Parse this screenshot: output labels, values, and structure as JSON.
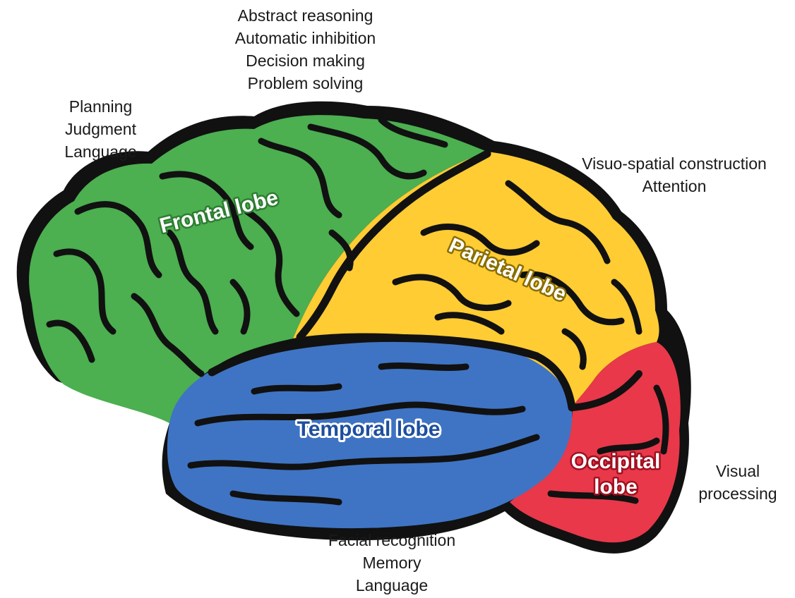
{
  "colors": {
    "frontal": "#4caf50",
    "parietal": "#ffcc33",
    "temporal": "#3f74c4",
    "occipital": "#e8384a",
    "outline": "#111111"
  },
  "lobes": {
    "frontal": {
      "label": "Frontal lobe"
    },
    "parietal": {
      "label": "Parietal lobe"
    },
    "temporal": {
      "label": "Temporal lobe"
    },
    "occipital": {
      "label_line1": "Occipital",
      "label_line2": "lobe"
    }
  },
  "functions": {
    "frontal_top": [
      "Abstract reasoning",
      "Automatic inhibition",
      "Decision making",
      "Problem solving"
    ],
    "frontal_left": [
      "Planning",
      "Judgment",
      "Language"
    ],
    "parietal": [
      "Visuo-spatial construction",
      "Attention"
    ],
    "occipital": [
      "Visual",
      "processing"
    ],
    "temporal": [
      "Facial recognition",
      "Memory",
      "Language"
    ]
  }
}
